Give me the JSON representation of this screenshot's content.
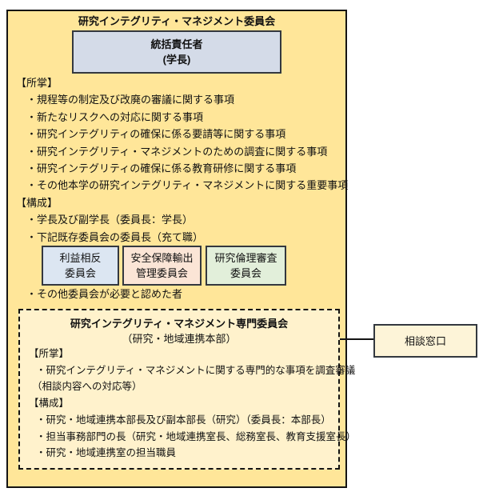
{
  "main_box": {
    "bg": "#ffe699",
    "border_color": "#141414",
    "title": "研究インテグリティ・マネジメント委員会",
    "leader": {
      "bg": "#d4dbe8",
      "line1": "統括責任者",
      "line2": "(学長)"
    },
    "jurisdiction_header": "【所掌】",
    "jurisdiction_items": [
      "・規程等の制定及び改廃の審議に関する事項",
      "・新たなリスクへの対応に関する事項",
      "・研究インテグリティの確保に係る要請等に関する事項",
      "・研究インテグリティ・マネジメントのための調査に関する事項",
      "・研究インテグリティの確保に係る教育研修に関する事項",
      "・その他本学の研究インテグリティ・マネジメントに関する重要事項"
    ],
    "composition_header": "【構成】",
    "composition_items": [
      "・学長及び副学長（委員長：学長）",
      "・下記既存委員会の委員長（充て職）"
    ],
    "committees": [
      {
        "bg": "#dce6f2",
        "line1": "利益相反",
        "line2": "委員会"
      },
      {
        "bg": "#fbe5d6",
        "line1": "安全保障輸出",
        "line2": "管理委員会"
      },
      {
        "bg": "#e2efda",
        "line1": "研究倫理審査",
        "line2": "委員会"
      }
    ],
    "other_note": "・その他委員会が必要と認めた者"
  },
  "sub_box": {
    "bg": "#fff2cc",
    "title": "研究インテグリティ・マネジメント専門委員会",
    "subtitle": "（研究・地域連携本部）",
    "jurisdiction_header": "【所掌】",
    "jurisdiction_item": "・研究インテグリティ・マネジメントに関する専門的な事項を調査審議",
    "jurisdiction_note": "（相談内容への対応等）",
    "composition_header": "【構成】",
    "composition_items": [
      "・研究・地域連携本部長及び副本部長（研究）（委員長：本部長）",
      "・担当事務部門の長（研究・地域連携室長、総務室長、教育支援室長）",
      "・研究・地域連携室の担当職員"
    ]
  },
  "consult": {
    "bg": "#fdf4d8",
    "label": "相談窓口"
  }
}
